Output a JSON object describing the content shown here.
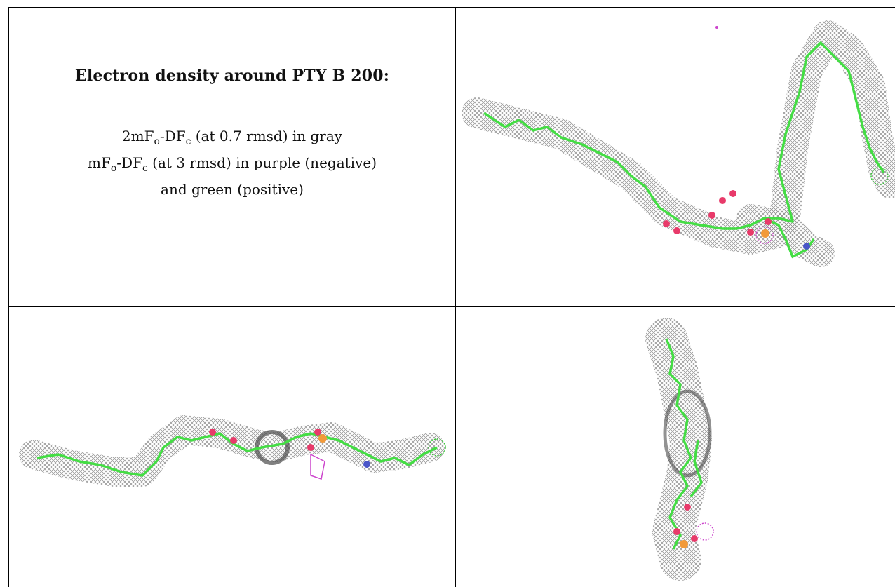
{
  "panel_text": {
    "title": "Electron density around PTY B 200:",
    "line1": {
      "pre": "2mF",
      "sub1": "o",
      "mid": "-DF",
      "sub2": "c",
      "post": " (at 0.7 rmsd) in gray"
    },
    "line2": {
      "pre": "mF",
      "sub1": "o",
      "mid": "-DF",
      "sub2": "c",
      "post": " (at 3 rmsd) in purple (negative)"
    },
    "line3": "and green (positive)"
  },
  "colors": {
    "mesh_gray": "#8a8a8a",
    "mesh_gray_dark": "#4a4a4a",
    "stick_green": "#44dd44",
    "oxygen": "#e83a6a",
    "phosphorus": "#f29a3a",
    "nitrogen": "#4a55c8",
    "negative_density": "#cc44cc",
    "positive_density": "#33cc33"
  },
  "views": [
    {
      "name": "view-top-right",
      "description_icon": "molecule-view-1"
    },
    {
      "name": "view-bottom-left",
      "description_icon": "molecule-view-2"
    },
    {
      "name": "view-bottom-right",
      "description_icon": "molecule-view-3"
    }
  ]
}
